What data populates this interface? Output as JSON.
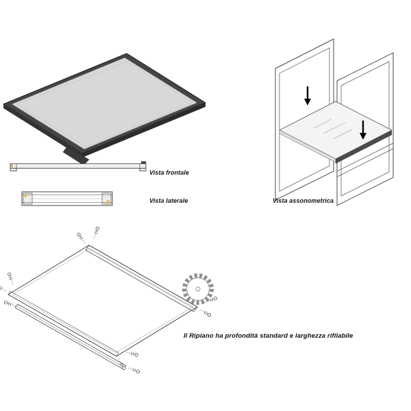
{
  "labels": {
    "front_view": "Vista frontale",
    "side_view": "Vista laterale",
    "axonometric_view": "Vista assonometrica",
    "caption": "Il Ripiano ha profondità standard e larghezza rifilabile"
  },
  "colors": {
    "line": "#4a4a4a",
    "dark_rim": "#454545",
    "surface": "#d8d8d8",
    "highlight": "#d9b84a",
    "background": "#ffffff"
  },
  "icons": {
    "saw_blade": "toothed-circle",
    "screw": "screw-with-dashed-leader",
    "arrow_down": "▼"
  }
}
